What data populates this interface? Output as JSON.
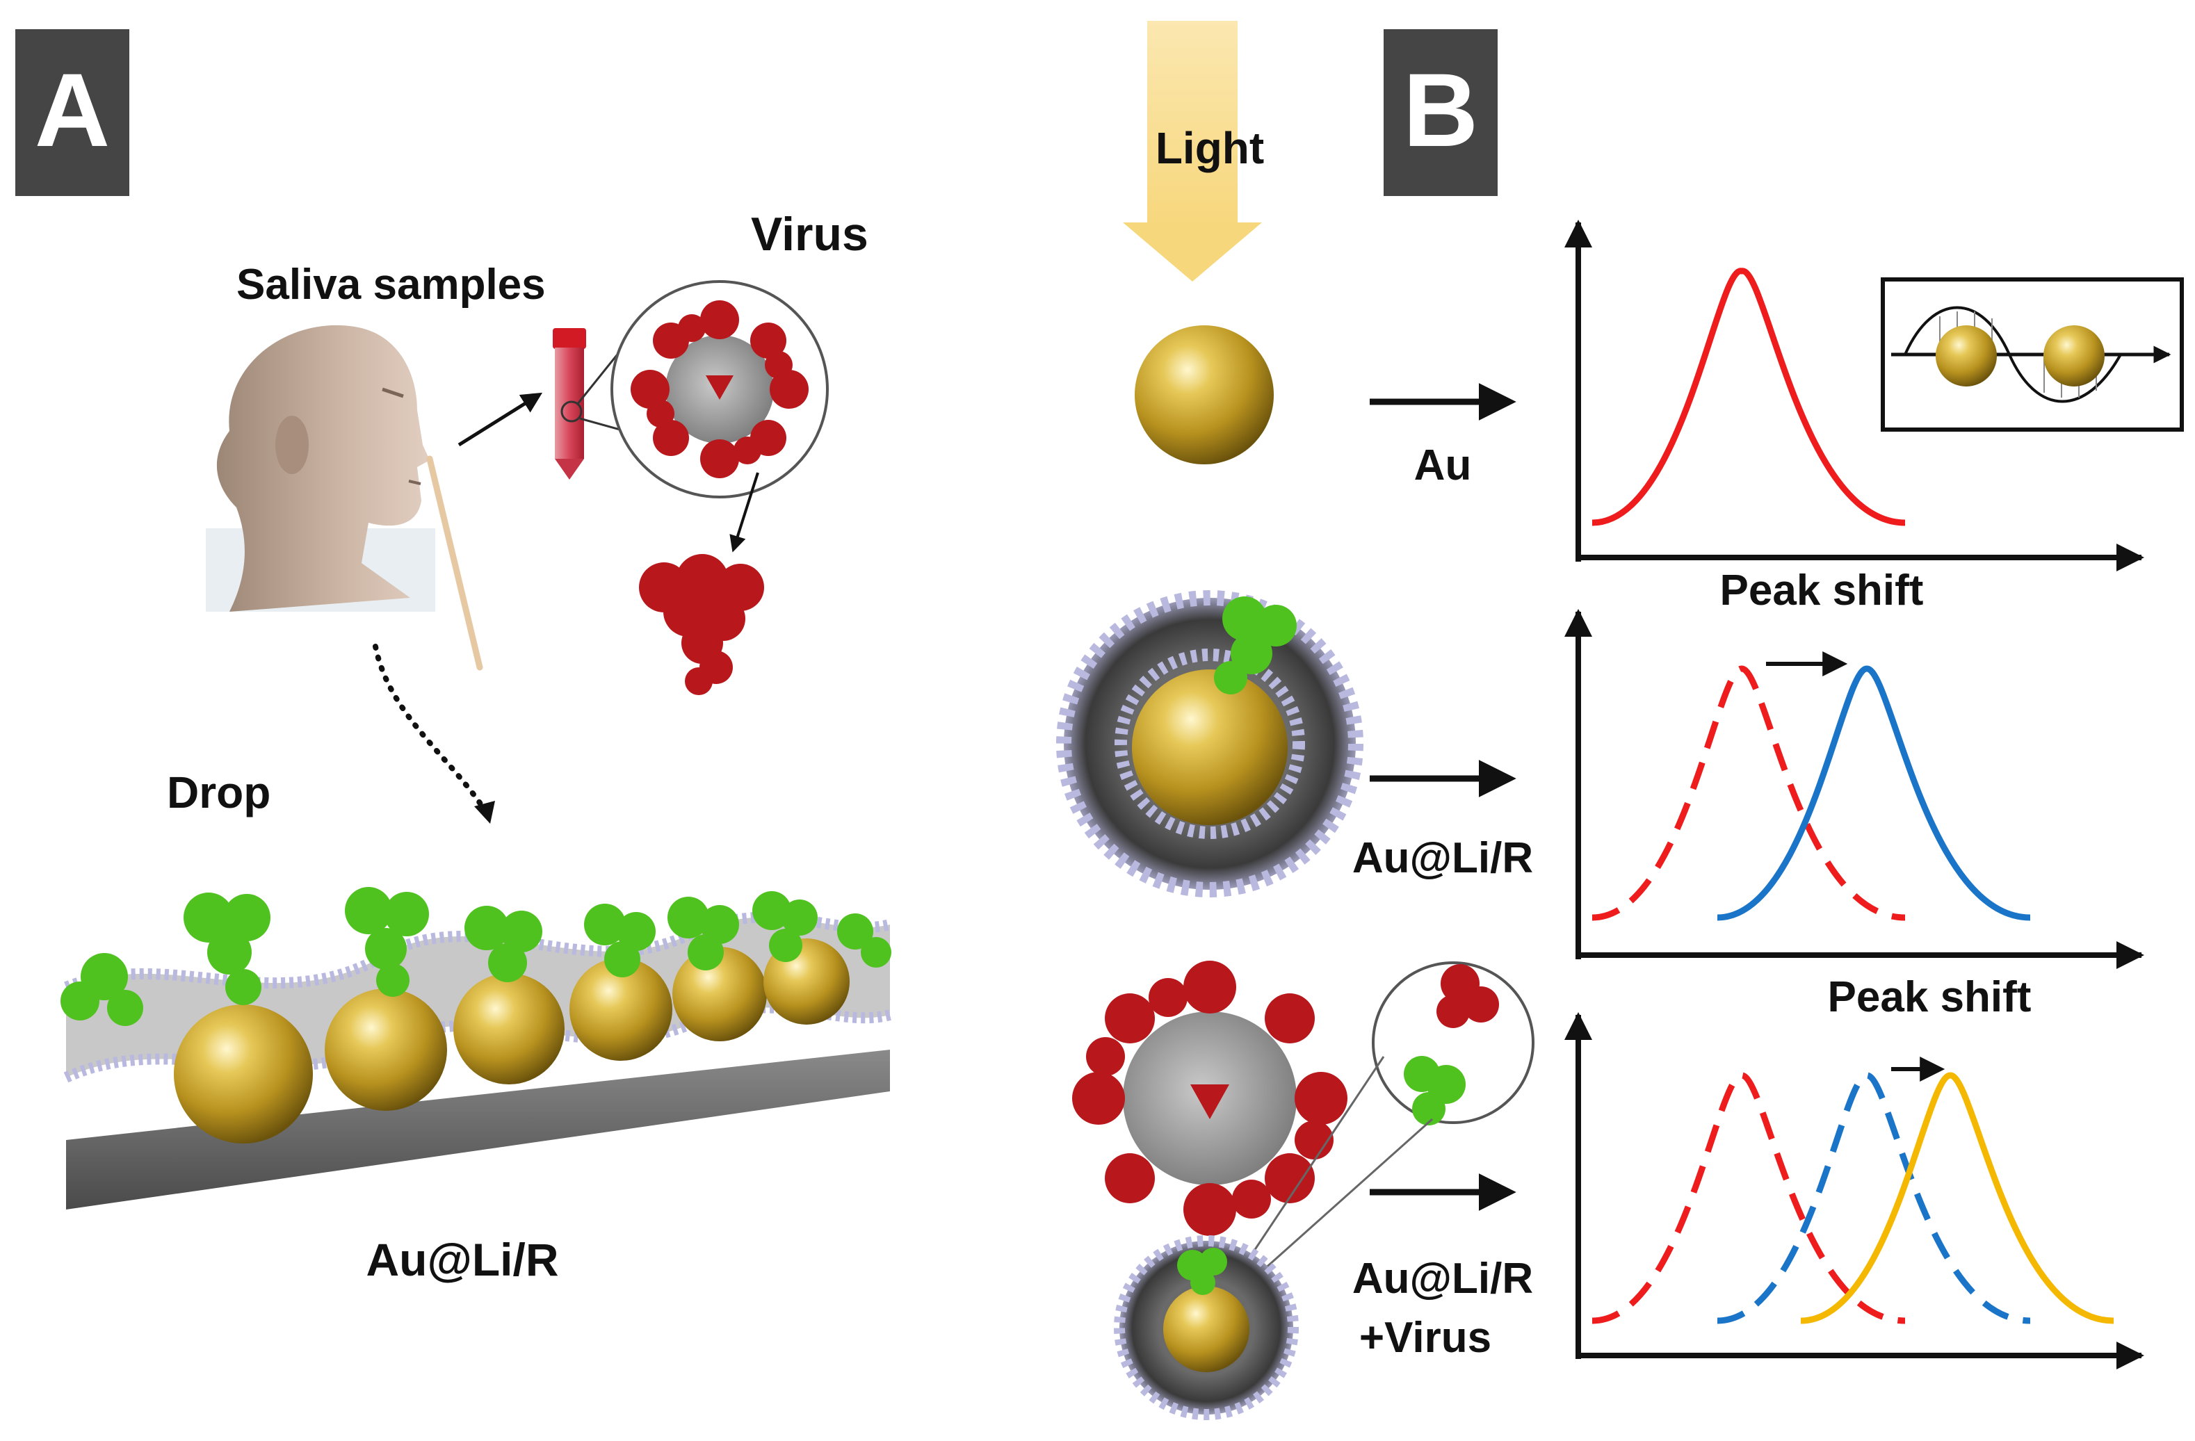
{
  "panel_a": {
    "badge": "A",
    "saliva_label": "Saliva samples",
    "virus_label": "Virus",
    "drop_label": "Drop",
    "substrate_label": "Au@Li/R"
  },
  "panel_b": {
    "badge": "B",
    "light_label": "Light",
    "rows": [
      {
        "label_lines": [
          "Au"
        ],
        "curves": [
          {
            "color": "#ee1c1c",
            "style": "solid"
          }
        ]
      },
      {
        "label_lines": [
          "Au@Li/R"
        ],
        "curves": [
          {
            "color": "#ee1c1c",
            "style": "dashed"
          },
          {
            "color": "#1a75c9",
            "style": "solid"
          }
        ]
      },
      {
        "label_lines": [
          "Au@Li/R",
          "+Virus"
        ],
        "curves": [
          {
            "color": "#ee1c1c",
            "style": "dashed"
          },
          {
            "color": "#1a75c9",
            "style": "dashed"
          },
          {
            "color": "#f5b800",
            "style": "solid"
          }
        ]
      }
    ],
    "peak_shift_labels": [
      "Peak shift",
      "Peak shift"
    ]
  },
  "colors": {
    "badge_bg": "#454545",
    "gold": "#c9a227",
    "virus_red": "#b8171c",
    "antibody_green": "#4fc21f",
    "light_beam": "#f9df9a",
    "lipid_head": "#b9b9e0"
  }
}
